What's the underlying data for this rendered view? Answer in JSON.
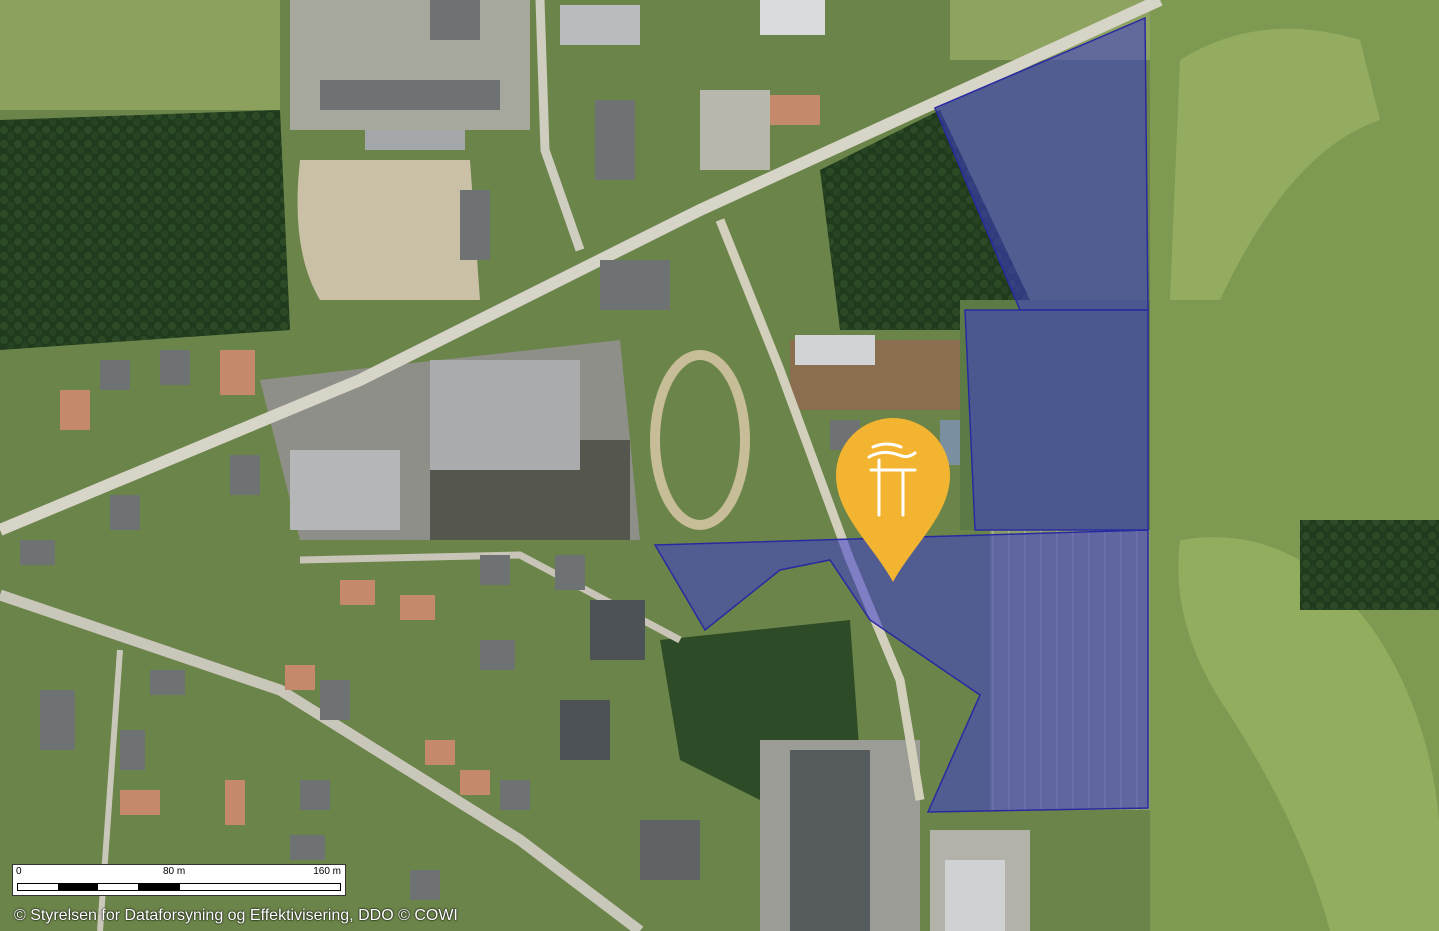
{
  "map": {
    "type": "aerial-orthophoto",
    "overlay_color": "#3c3ccc",
    "marker": {
      "icon": "map-pin-icon",
      "color": "#f3b531",
      "glyph": "antler-logo-icon",
      "glyph_color": "#ffffff"
    }
  },
  "scalebar": {
    "label_0": "0",
    "label_1": "80 m",
    "label_2": "160 m"
  },
  "attribution": "© Styrelsen for Dataforsyning og Effektivisering, DDO © COWI"
}
